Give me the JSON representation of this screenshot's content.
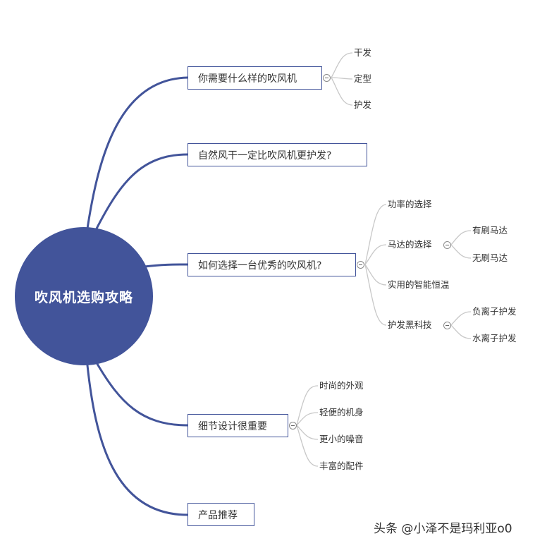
{
  "center": {
    "label": "吹风机选购攻略"
  },
  "branches": [
    {
      "label": "你需要什么样的吹风机",
      "children": [
        "干发",
        "定型",
        "护发"
      ]
    },
    {
      "label": "自然风干一定比吹风机更护发?"
    },
    {
      "label": "如何选择一台优秀的吹风机?",
      "children": [
        {
          "label": "功率的选择"
        },
        {
          "label": "马达的选择",
          "children": [
            "有刷马达",
            "无刷马达"
          ]
        },
        {
          "label": "实用的智能恒温"
        },
        {
          "label": "护发黑科技",
          "children": [
            "负离子护发",
            "水离子护发"
          ]
        }
      ]
    },
    {
      "label": "细节设计很重要",
      "children": [
        "时尚的外观",
        "轻便的机身",
        "更小的噪音",
        "丰富的配件"
      ]
    },
    {
      "label": "产品推荐"
    }
  ],
  "watermark": "头条 @小泽不是玛利亚o0",
  "colors": {
    "primary": "#42549a",
    "leaf_line": "#c8c8c8"
  }
}
